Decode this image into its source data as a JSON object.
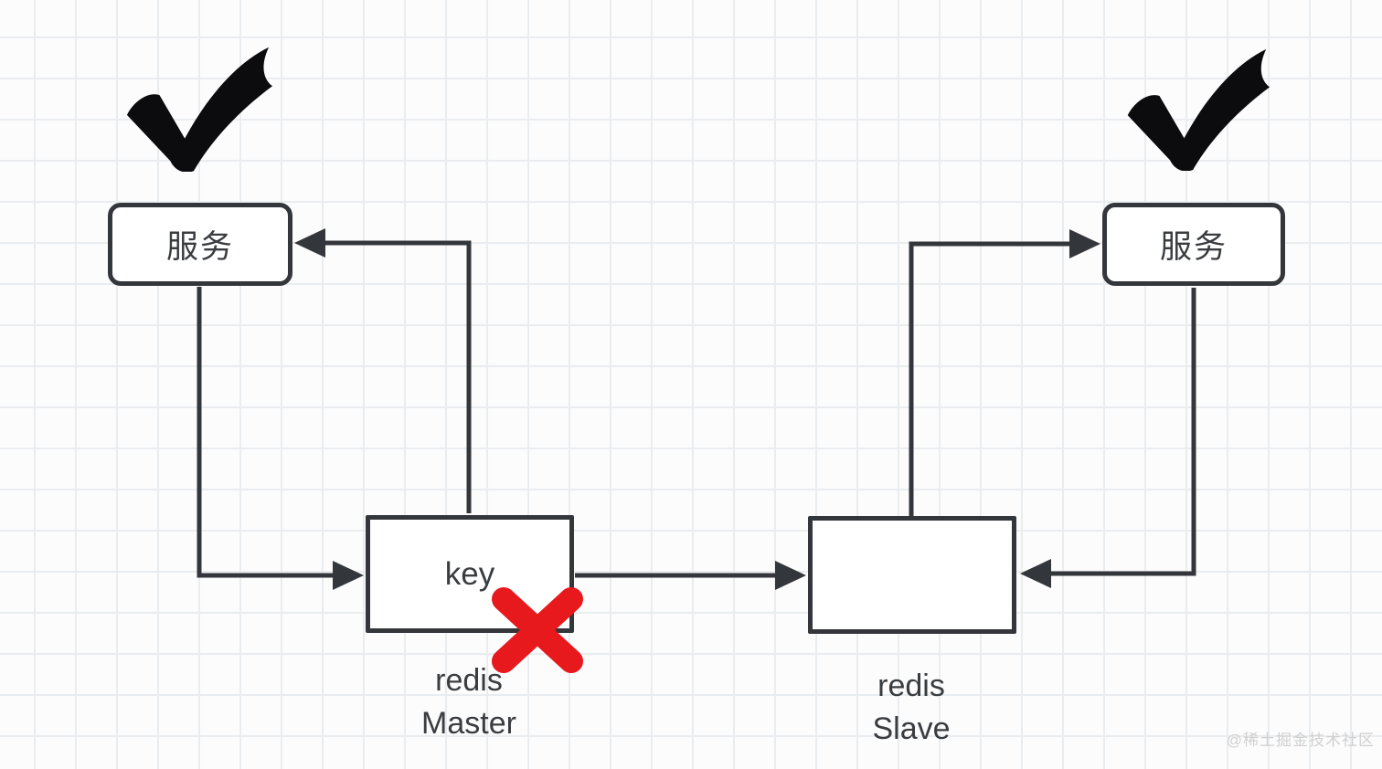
{
  "nodes": {
    "service_left": {
      "label": "服务"
    },
    "service_right": {
      "label": "服务"
    },
    "redis_master": {
      "label": "key",
      "caption_line1": "redis",
      "caption_line2": "Master"
    },
    "redis_slave": {
      "label": "",
      "caption_line1": "redis",
      "caption_line2": "Slave"
    }
  },
  "icons": {
    "check_left": "heavy-checkmark",
    "check_right": "heavy-checkmark",
    "failure_cross": "red-x-mark"
  },
  "watermark": {
    "text": "@稀土掘金技术社区"
  },
  "colors": {
    "line": "#33363a",
    "text": "#3a3d40",
    "cross": "#e8191d",
    "check": "#0c0c0e",
    "grid": "#eaedef",
    "background": "#fcfcfd",
    "node_background": "#ffffff",
    "watermark": "#d0d0d0"
  }
}
